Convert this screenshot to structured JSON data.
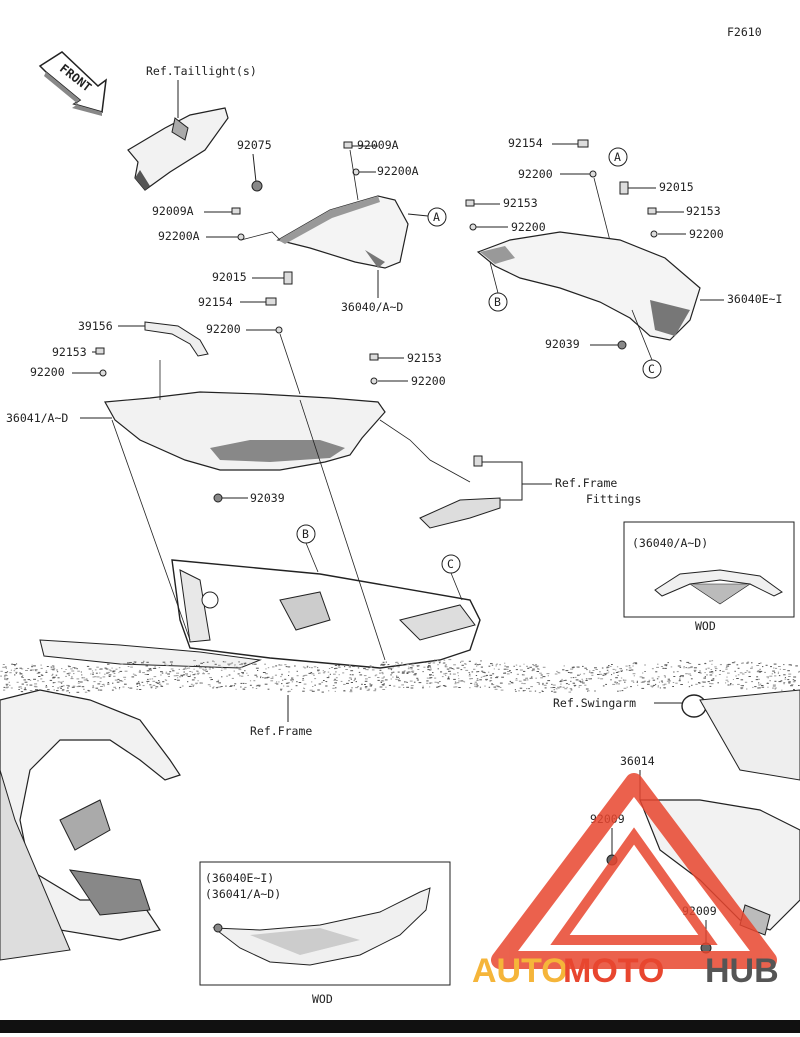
{
  "figure_code": "F2610",
  "front_label": "FRONT",
  "labels": {
    "ref_taillight": "Ref.Taillight(s)",
    "p92075": "92075",
    "p92009A_top": "92009A",
    "p92200A_top": "92200A",
    "p92009A_left": "92009A",
    "p92200A_left": "92200A",
    "p92015_mid": "92015",
    "p36040AD": "36040/A~D",
    "p92154_mid": "92154",
    "p92200_mid": "92200",
    "p39156": "39156",
    "p92153_left": "92153",
    "p92200_left": "92200",
    "p36041AD": "36041/A~D",
    "p92153_center": "92153",
    "p92200_center": "92200",
    "p92039_left": "92039",
    "p92154_right": "92154",
    "p92200_right1": "92200",
    "p92153_right1": "92153",
    "p92200_right2": "92200",
    "p92015_right": "92015",
    "p92153_right2": "92153",
    "p92200_right3": "92200",
    "p36040EI": "36040E~I",
    "p92039_right": "92039",
    "ref_frame_fittings_1": "Ref.Frame",
    "ref_frame_fittings_2": "Fittings",
    "ref_frame": "Ref.Frame",
    "ref_swingarm": "Ref.Swingarm",
    "p36014": "36014",
    "p92009_a": "92009",
    "p92009_b": "92009"
  },
  "callouts": {
    "A": "A",
    "B": "B",
    "C": "C"
  },
  "inset_top": {
    "title": "(36040/A~D)",
    "caption": "WOD"
  },
  "inset_bottom": {
    "line1": "(36040E~I)",
    "line2": "(36041/A~D)",
    "caption": "WOD"
  },
  "watermark": {
    "text_auto": "AUTO",
    "text_moto": "MOTO",
    "text_hub": "HUB",
    "color_auto": "#f5b53a",
    "color_moto": "#e8462f",
    "color_hub": "#555555",
    "logo_color": "#e8462f"
  }
}
